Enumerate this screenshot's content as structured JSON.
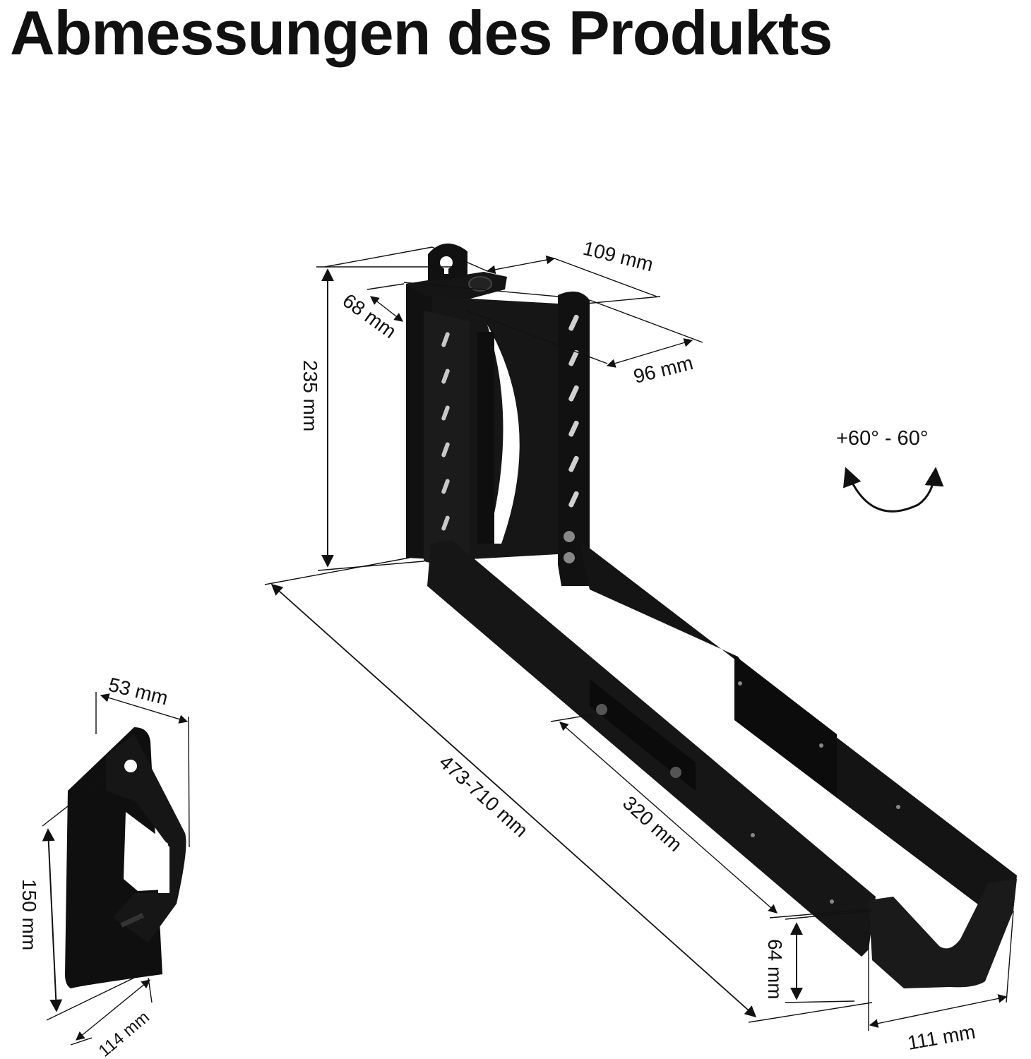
{
  "title": "Abmessungen des Produkts",
  "colors": {
    "product": "#111111",
    "lines": "#1a1a1a",
    "background": "#ffffff"
  },
  "dimensions": {
    "width_top": "109 mm",
    "depth_top": "68 mm",
    "width_plate": "96 mm",
    "height": "235 mm",
    "arm_length": "473-710 mm",
    "arm_segment": "320 mm",
    "hook_height": "64 mm",
    "hook_width": "111 mm",
    "clip_depth": "53 mm",
    "clip_height": "150 mm",
    "clip_width": "114 mm"
  },
  "rotation": {
    "label": "+60° - 60°",
    "icon": "rotate-arrows-icon"
  }
}
